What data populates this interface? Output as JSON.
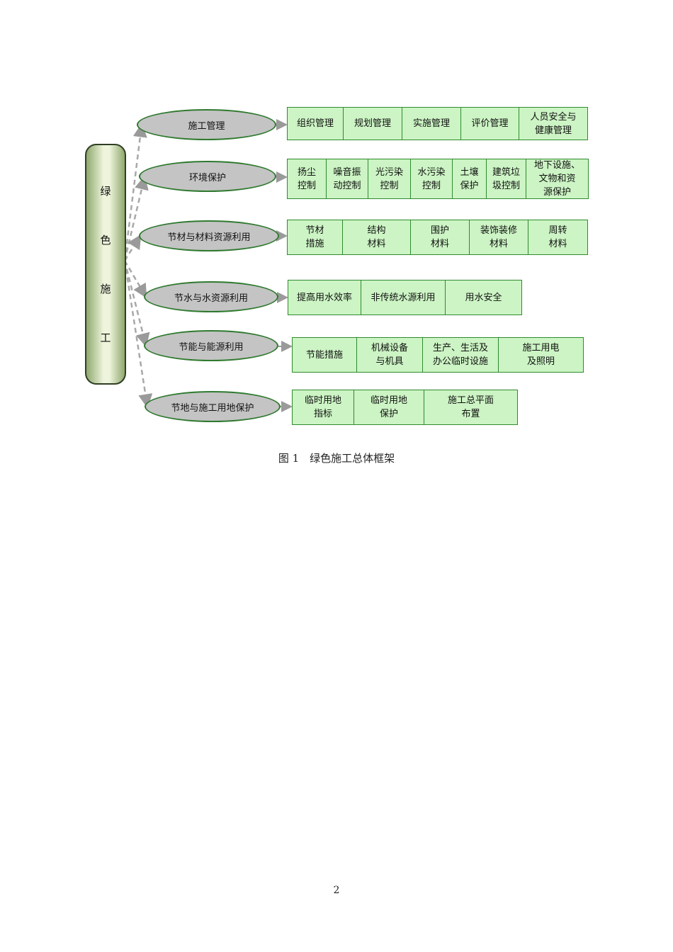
{
  "diagram": {
    "root": {
      "chars": [
        "绿",
        "色",
        "施",
        "工"
      ]
    },
    "branches": [
      {
        "label": "施工管理",
        "items": [
          "组织管理",
          "规划管理",
          "实施管理",
          "评价管理",
          "人员安全与\n健康管理"
        ]
      },
      {
        "label": "环境保护",
        "items": [
          "扬尘\n控制",
          "噪音振\n动控制",
          "光污染\n控制",
          "水污染\n控制",
          "土壤\n保护",
          "建筑垃\n圾控制",
          "地下设施、\n文物和资\n源保护"
        ]
      },
      {
        "label": "节材与材料资源利用",
        "items": [
          "节材\n措施",
          "结构\n材料",
          "围护\n材料",
          "装饰装修\n材料",
          "周转\n材料"
        ]
      },
      {
        "label": "节水与水资源利用",
        "items": [
          "提高用水效率",
          "非传统水源利用",
          "用水安全"
        ]
      },
      {
        "label": "节能与能源利用",
        "items": [
          "节能措施",
          "机械设备\n与机具",
          "生产、生活及\n办公临时设施",
          "施工用电\n及照明"
        ]
      },
      {
        "label": "节地与施工用地保护",
        "items": [
          "临时用地\n指标",
          "临时用地\n保护",
          "施工总平面\n布置"
        ]
      }
    ]
  },
  "caption": "图 1　绿色施工总体框架",
  "page_number": "2"
}
